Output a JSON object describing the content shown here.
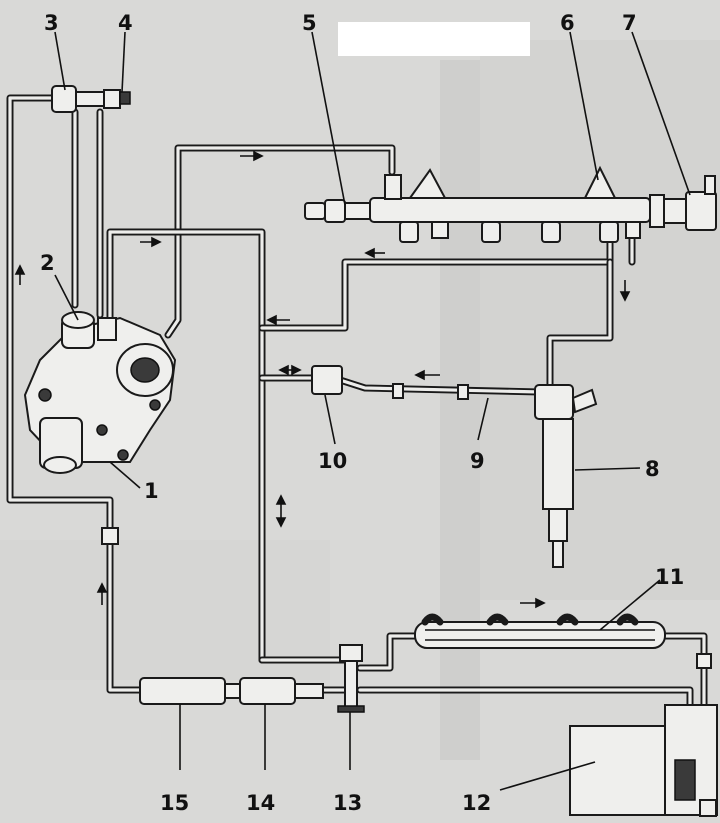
{
  "labels": {
    "l1": "1",
    "l2": "2",
    "l3": "3",
    "l4": "4",
    "l5": "5",
    "l6": "6",
    "l7": "7",
    "l8": "8",
    "l9": "9",
    "l10": "10",
    "l11": "11",
    "l12": "12",
    "l13": "13",
    "l14": "14",
    "l15": "15"
  },
  "colors": {
    "background": "#d9d9d7",
    "line": "#1a1a1a",
    "part_fill": "#efefed"
  }
}
